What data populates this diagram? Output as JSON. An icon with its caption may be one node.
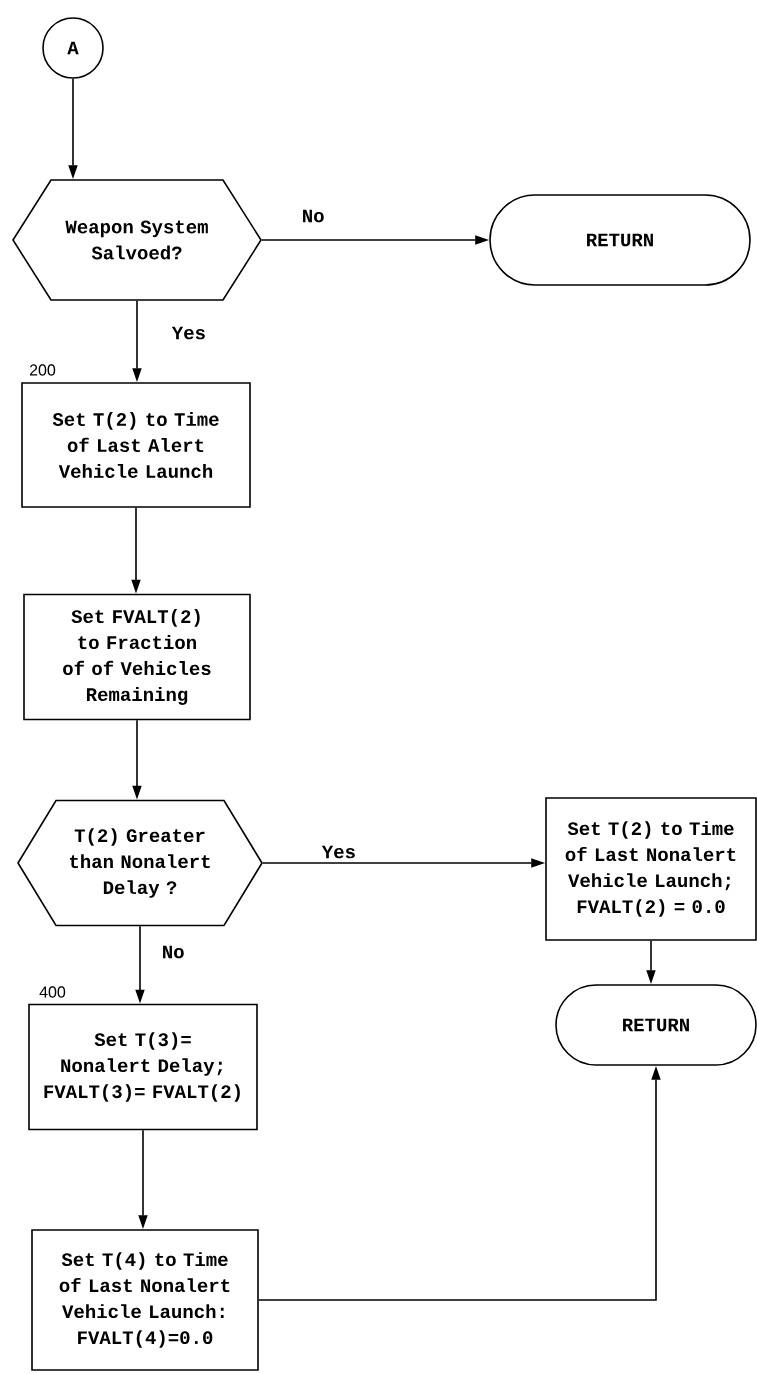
{
  "diagram": {
    "nodes": [
      {
        "text": [
          "A"
        ]
      },
      {
        "text": [
          "Weapon System Salvoed?"
        ]
      },
      {
        "text": [
          "RETURN"
        ]
      },
      {
        "text": [
          "Set T(2) to Time of Last Alert Vehicle Launch"
        ],
        "beside": [
          "200"
        ]
      },
      {
        "text": [
          "Set FVALT(2) to Fraction of of Vehicles Remaining"
        ]
      },
      {
        "text": [
          "T(2) Greater than Nonalert Delay ?"
        ]
      },
      {
        "text": [
          "Set T(2) to Time of Last Nonalert Vehicle Launch; FVALT(2) = 0.0"
        ]
      },
      {
        "text": [
          "RETURN"
        ]
      },
      {
        "text": [
          "Set T(3)= Nonalert Delay; FVALT(3)= FVALT(2)"
        ],
        "beside": [
          "400"
        ]
      },
      {
        "text": [
          "Set T(4) to Time of Last Nonalert Vehicle Launch: FVALT(4)=0.0"
        ]
      }
    ],
    "edges": [
      {
        "from": 0,
        "to": 1,
        "arrow": "to"
      },
      {
        "from": 1,
        "to": 2,
        "arrow": "to",
        "label": "No"
      },
      {
        "from": 1,
        "to": 3,
        "arrow": "to",
        "label": "Yes"
      },
      {
        "from": 3,
        "to": 4,
        "arrow": "to"
      },
      {
        "from": 4,
        "to": 5,
        "arrow": "to"
      },
      {
        "from": 5,
        "to": 6,
        "arrow": "to",
        "label": "Yes"
      },
      {
        "from": 5,
        "to": 8,
        "arrow": "to",
        "label": "No"
      },
      {
        "from": 6,
        "to": 7,
        "arrow": "to"
      },
      {
        "from": 8,
        "to": 9,
        "arrow": "to"
      },
      {
        "from": 9,
        "to": 7,
        "arrow": "to"
      }
    ]
  }
}
